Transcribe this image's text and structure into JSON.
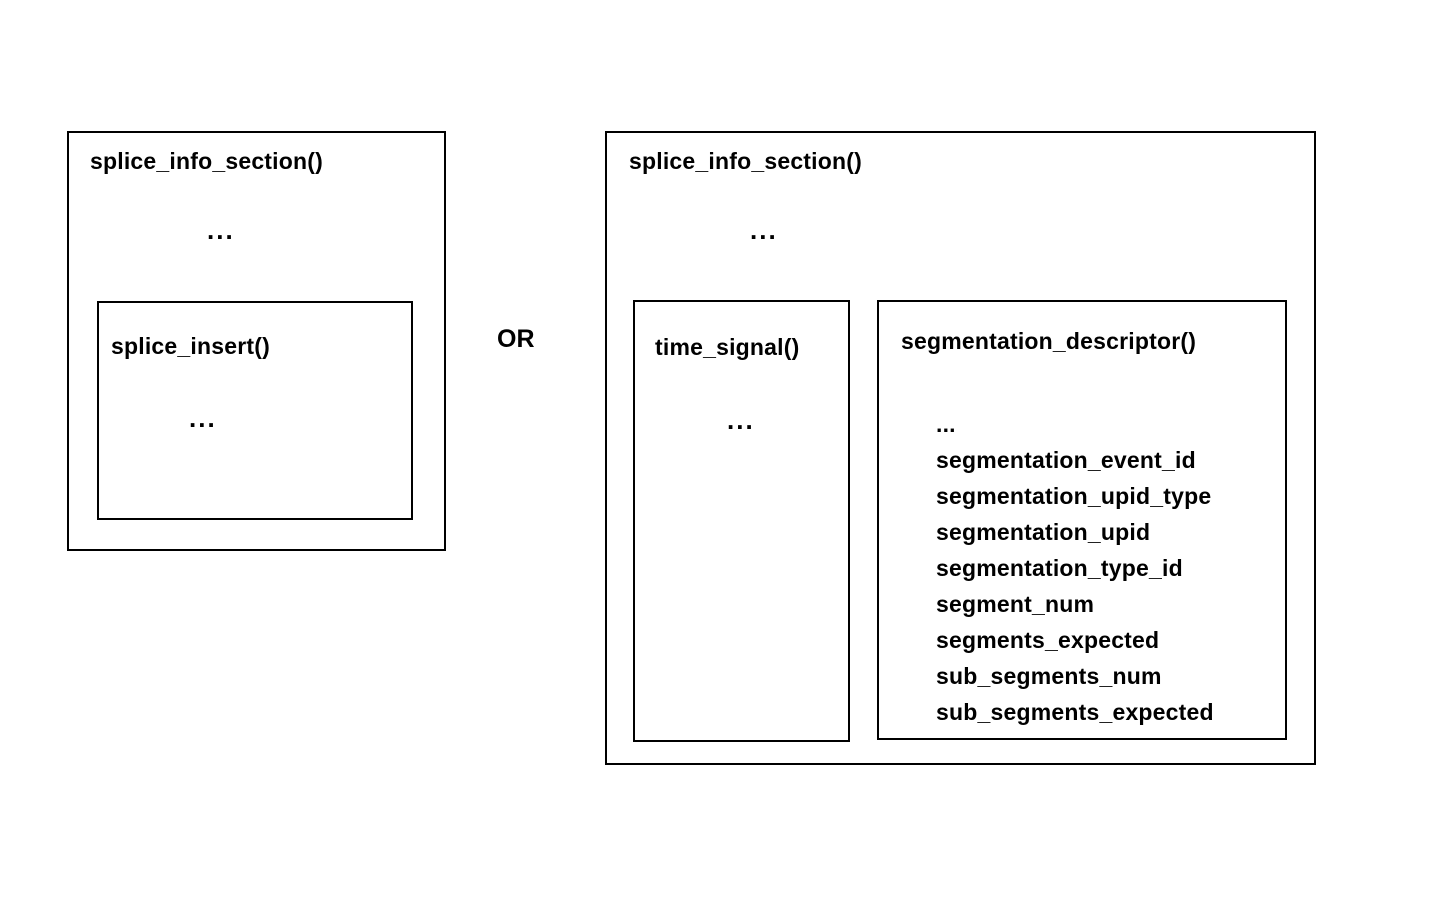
{
  "diagram": {
    "left_box": {
      "title": "splice_info_section()",
      "ellipsis": "...",
      "inner_box": {
        "title": "splice_insert()",
        "ellipsis": "..."
      }
    },
    "or_label": "OR",
    "right_box": {
      "title": "splice_info_section()",
      "ellipsis": "...",
      "time_signal_box": {
        "title": "time_signal()",
        "ellipsis": "..."
      },
      "descriptor_box": {
        "title": "segmentation_descriptor()",
        "fields": [
          "...",
          "segmentation_event_id",
          "segmentation_upid_type",
          "segmentation_upid",
          "segmentation_type_id",
          "segment_num",
          "segments_expected",
          "sub_segments_num",
          "sub_segments_expected"
        ]
      }
    },
    "colors": {
      "background": "#ffffff",
      "border": "#000000",
      "text": "#000000"
    }
  }
}
